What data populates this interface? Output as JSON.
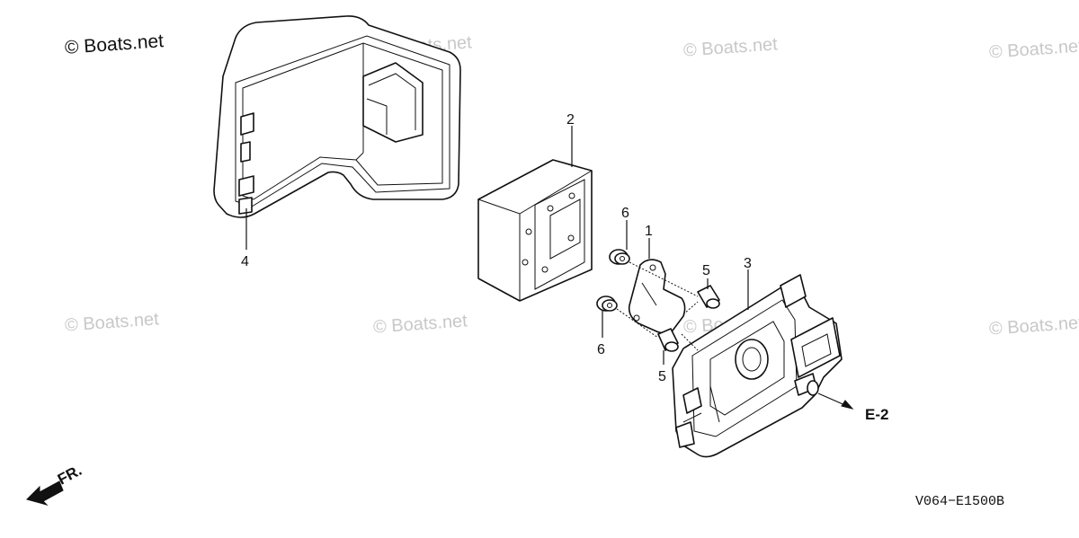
{
  "watermarks": {
    "main": "© Boats.net",
    "faint": "© Boats.net"
  },
  "callouts": {
    "part_1": "1",
    "part_2": "2",
    "part_3": "3",
    "part_4": "4",
    "part_5_upper": "5",
    "part_5_lower": "5",
    "part_6_upper": "6",
    "part_6_lower": "6"
  },
  "references": {
    "arrow_ref": "E-2",
    "front_indicator": "FR."
  },
  "diagram_code": "V064−E1500B"
}
